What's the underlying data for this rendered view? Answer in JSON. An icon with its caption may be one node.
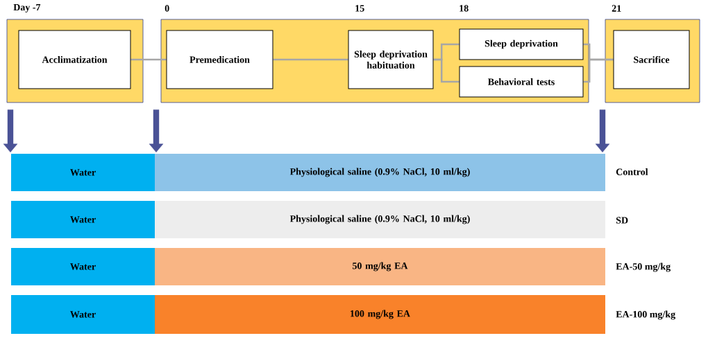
{
  "diagram": {
    "nodes": [
      {
        "text": [],
        "shape": "box"
      },
      {
        "text": [
          "Acclimatization"
        ],
        "in": 0
      },
      {
        "text": [],
        "shape": "box"
      },
      {
        "text": [
          "Premedication"
        ],
        "in": 2
      },
      {
        "text": [
          "Sleep deprivation habituation"
        ],
        "in": 2
      },
      {
        "text": [
          "Sleep deprivation"
        ],
        "in": 2
      },
      {
        "text": [
          "Behavioral tests"
        ],
        "in": 2
      },
      {
        "text": [],
        "shape": "box"
      },
      {
        "text": [
          "Sacrifice"
        ],
        "in": 7
      },
      {
        "text": [
          "Water"
        ]
      },
      {
        "text": [
          "Physiological saline (0.9% NaCl, 10 ml/kg)"
        ]
      },
      {
        "text": [
          "Water"
        ]
      },
      {
        "text": [
          "Physiological saline (0.9% NaCl, 10 ml/kg)"
        ]
      },
      {
        "text": [
          "Water"
        ]
      },
      {
        "text": [
          "50 mg/kg EA"
        ]
      },
      {
        "text": [
          "Water"
        ]
      },
      {
        "text": [
          "100 mg/kg EA"
        ]
      }
    ],
    "edges": [
      {
        "from": 1,
        "to": 3,
        "arrow": "none"
      },
      {
        "from": 3,
        "to": 4,
        "arrow": "none"
      },
      {
        "from": 4,
        "to": 5,
        "arrow": "none"
      },
      {
        "from": 4,
        "to": 6,
        "arrow": "none"
      },
      {
        "from": 5,
        "to": 8,
        "arrow": "none"
      },
      {
        "from": 6,
        "to": 8,
        "arrow": "none"
      },
      {
        "from": 0,
        "to": 9,
        "arrow": "to",
        "style": "thick",
        "color": "#4a5296"
      },
      {
        "from": 2,
        "to": 10,
        "arrow": "to",
        "style": "thick",
        "color": "#4a5296"
      },
      {
        "from": 7,
        "to": 10,
        "arrow": "to",
        "style": "thick",
        "color": "#4a5296"
      }
    ],
    "labels": [
      "Day -7",
      "0",
      "15",
      "18",
      "21",
      "Control",
      "SD",
      "EA-50 mg/kg",
      "EA-100 mg/kg"
    ]
  }
}
